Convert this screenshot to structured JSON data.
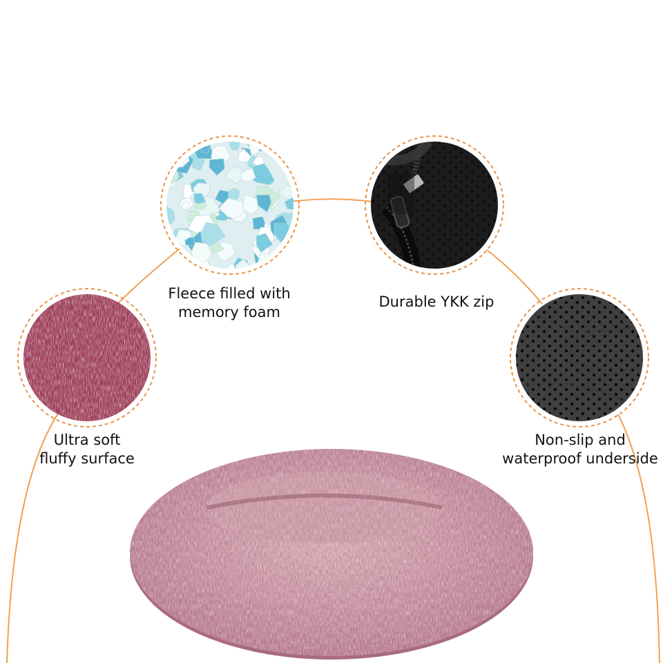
{
  "features": [
    {
      "id": "memory-foam",
      "lines": [
        "Fleece filled with",
        "memory foam"
      ]
    },
    {
      "id": "ykk-zip",
      "lines": [
        "Durable YKK zip"
      ]
    },
    {
      "id": "fluffy-surface",
      "lines": [
        "Ultra soft",
        "fluffy surface"
      ]
    },
    {
      "id": "non-slip-underside",
      "lines": [
        "Non-slip and",
        "waterproof underside"
      ]
    }
  ],
  "colors": {
    "accent_line": "#f0a050",
    "dashed_ring": "#e8944a",
    "fur_pink": "#c98a98",
    "fur_dark": "#6e3a4a",
    "foam_blue": "#6cc0d8",
    "fabric_black": "#1c1c1c"
  },
  "icons": [
    "foam-swatch-icon",
    "zipper-swatch-icon",
    "fur-swatch-icon",
    "dotted-fabric-swatch-icon",
    "pet-bed-image"
  ]
}
